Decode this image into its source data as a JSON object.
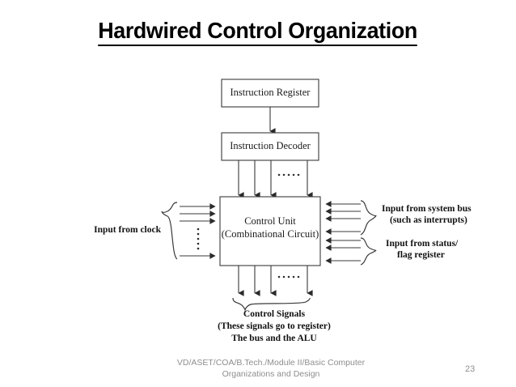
{
  "slide": {
    "title": "Hardwired Control Organization",
    "footer_note": "VD/ASET/COA/B.Tech./Module II/Basic Computer Organizations and Design",
    "page_number": "23"
  },
  "diagram": {
    "type": "block-diagram",
    "boxes": [
      {
        "id": "instruction-register",
        "label": "Instruction Register"
      },
      {
        "id": "instruction-decoder",
        "label": "Instruction Decoder"
      },
      {
        "id": "control-unit",
        "label_line1": "Control Unit",
        "label_line2": "(Combinational Circuit)"
      }
    ],
    "labels": {
      "left": "Input from clock",
      "right_top_line1": "Input from system bus",
      "right_top_line2": "(such as interrupts)",
      "right_bottom_line1": "Input from status/",
      "right_bottom_line2": "flag register",
      "bottom_line1": "Control Signals",
      "bottom_line2": "(These signals go to register)",
      "bottom_line3": "The bus and the ALU"
    },
    "connections": {
      "register_to_decoder": 1,
      "decoder_to_control_unit": 4,
      "clock_inputs": 4,
      "system_bus_inputs": 4,
      "status_flag_inputs": 3,
      "control_signal_outputs": 4
    },
    "colors": {
      "stroke": "#3a3a3a",
      "text": "#1a1a1a",
      "footer": "#8e8e8e",
      "background": "#ffffff"
    }
  }
}
